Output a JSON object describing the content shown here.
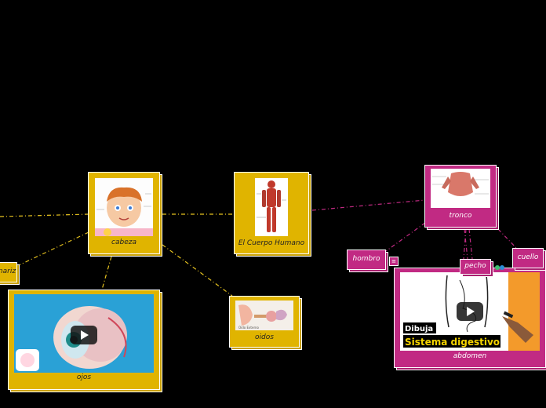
{
  "nodes": {
    "central": "El Cuerpo Humano",
    "cabeza": "cabeza",
    "nariz": "nariz",
    "ojos": "ojos",
    "oidos": "oidos",
    "tronco": "tronco",
    "hombro": "hombro",
    "pecho": "pecho",
    "cuello": "cuello",
    "abdomen": "abdomen"
  },
  "video_titles": {
    "abdomen_line1": "Dibuja el",
    "abdomen_line2": "Sistema digestivo"
  },
  "colors": {
    "gold": "#e0b400",
    "pink": "#c12a83",
    "background": "#000000"
  }
}
